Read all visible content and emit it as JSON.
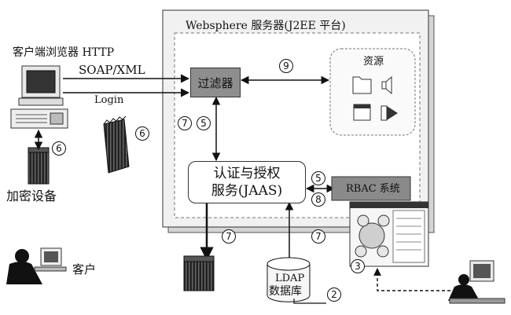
{
  "server": {
    "title": "Websphere 服务器(J2EE 平台)"
  },
  "resources": {
    "title": "资源"
  },
  "filter": {
    "label": "过滤器"
  },
  "auth": {
    "line1": "认证与授权",
    "line2": "服务(JAAS)"
  },
  "rbac": {
    "label": "RBAC 系统"
  },
  "browser": {
    "label": "客户端浏览器 HTTP",
    "protocol": "SOAP/XML",
    "login": "Login"
  },
  "encrypt": {
    "label": "加密设备"
  },
  "client": {
    "label": "客户"
  },
  "ldap": {
    "line1": "LDAP",
    "line2": "数据库"
  },
  "steps": {
    "s9": "9",
    "s7a": "7",
    "s5a": "5",
    "s6a": "6",
    "s6b": "6",
    "s5b": "5",
    "s8": "8",
    "s7b": "7",
    "s7c": "7",
    "s3": "3",
    "s2": "2"
  }
}
